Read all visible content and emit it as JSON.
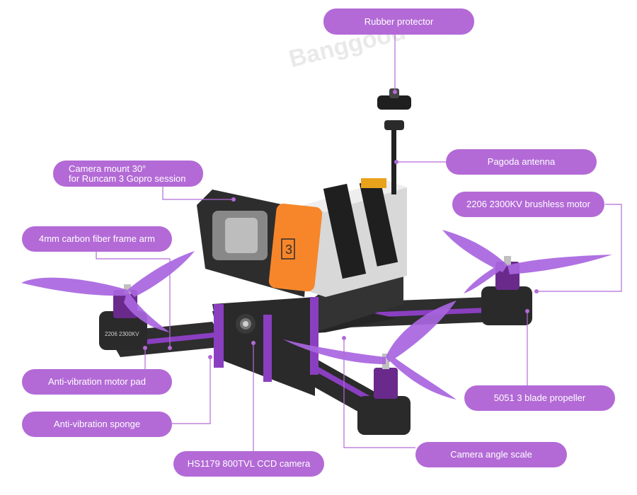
{
  "watermark": "Banggood",
  "labels": {
    "rubber_protector": "Rubber protector",
    "pagoda_antenna": "Pagoda antenna",
    "camera_mount_line1": "Camera mount 30°",
    "camera_mount_line2": "for Runcam 3 Gopro session",
    "brushless_motor": "2206 2300KV brushless motor",
    "frame_arm": "4mm carbon fiber frame arm",
    "motor_pad": "Anti-vibration motor pad",
    "sponge": "Anti-vibration sponge",
    "propeller": "5051 3 blade propeller",
    "camera_angle": "Camera angle scale",
    "ccd_camera": "HS1179 800TVL CCD camera"
  },
  "product": {
    "camera_number": "3",
    "motor_text": "2206 2300KV"
  },
  "colors": {
    "accent": "#b36ad6",
    "propeller": "#a966e0",
    "carbon": "#2b2b2b",
    "camera_orange": "#f7862a",
    "background": "#ffffff"
  }
}
